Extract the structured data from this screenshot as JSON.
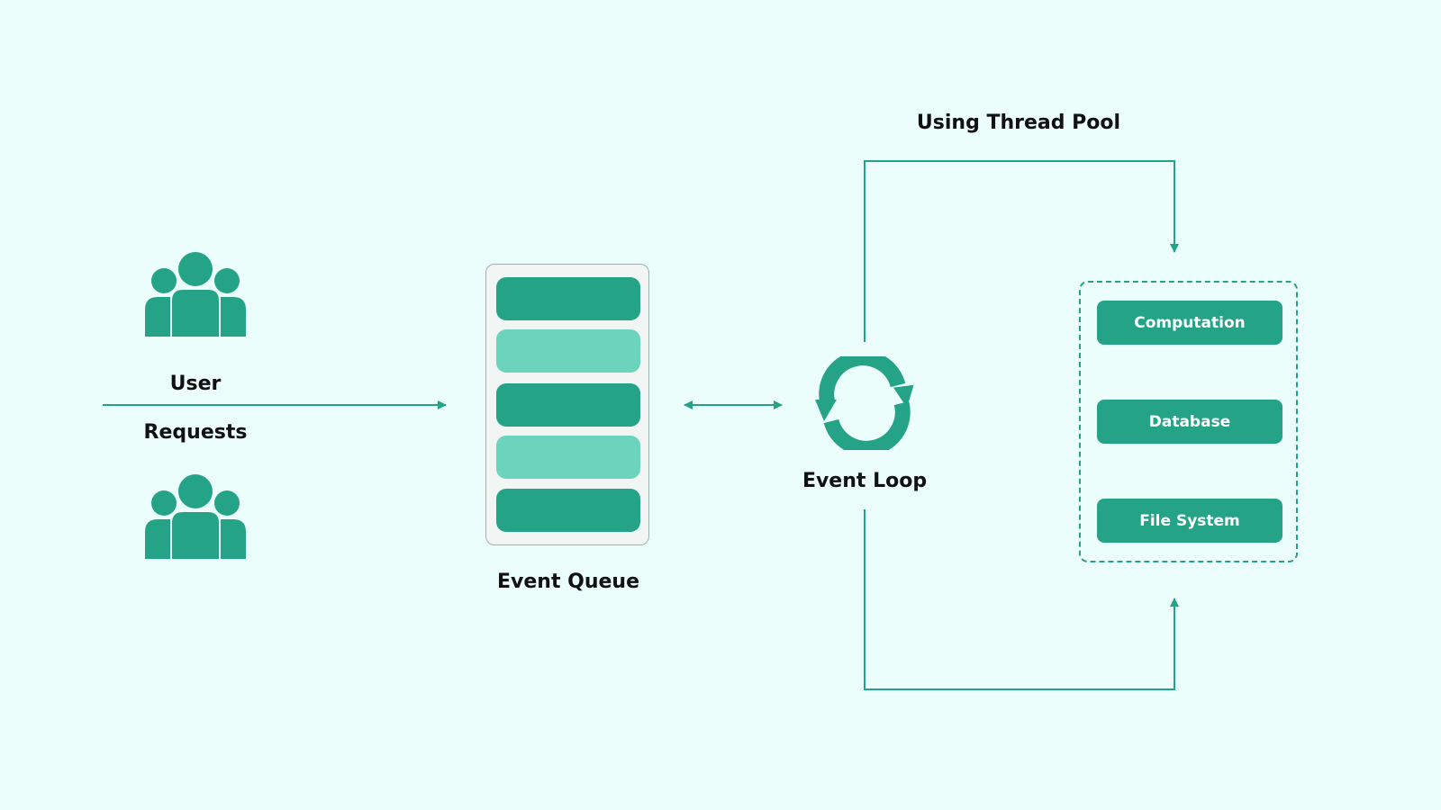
{
  "labels": {
    "user": "User",
    "requests": "Requests",
    "event_queue": "Event Queue",
    "event_loop": "Event Loop",
    "thread_pool": "Using Thread Pool"
  },
  "queue": {
    "items": [
      "dark",
      "light",
      "dark",
      "light",
      "dark"
    ]
  },
  "pool": {
    "tasks": [
      "Computation",
      "Database",
      "File System"
    ]
  },
  "icons": {
    "users": "users-group-icon",
    "loop": "sync-arrows-icon"
  },
  "colors": {
    "background": "#ecfefb",
    "primary": "#25a386",
    "light": "#6cd3bd",
    "text": "#111111"
  }
}
